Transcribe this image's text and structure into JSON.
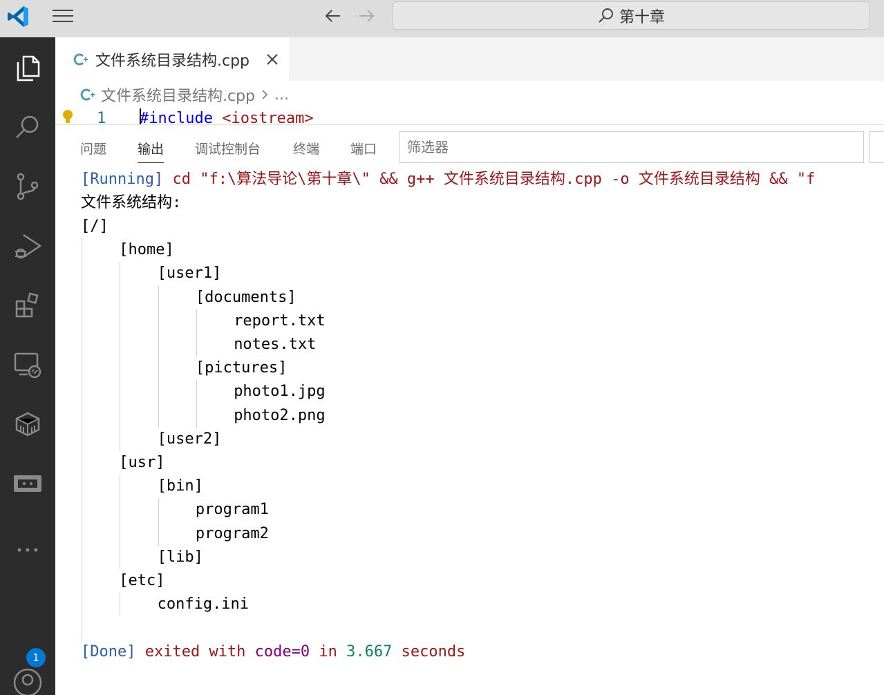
{
  "title_bar": {
    "search_text": "第十章"
  },
  "tab": {
    "label": "文件系统目录结构.cpp"
  },
  "breadcrumb": {
    "file": "文件系统目录结构.cpp",
    "more": "..."
  },
  "editor": {
    "line_number": "1",
    "code_keyword": "#include",
    "code_header": " <iostream>"
  },
  "panel": {
    "tabs": [
      "问题",
      "输出",
      "调试控制台",
      "终端",
      "端口"
    ],
    "active_tab": "输出",
    "filter_placeholder": "筛选器"
  },
  "activity": {
    "account_badge": "1"
  },
  "output": {
    "running_tag": "[Running]",
    "running_cmd": " cd \"f:\\算法导论\\第十章\\\" && g++ 文件系统目录结构.cpp -o 文件系统目录结构 && \"f",
    "heading": "文件系统结构:",
    "tree": [
      {
        "depth": 0,
        "text": "[/]"
      },
      {
        "depth": 1,
        "text": "[home]"
      },
      {
        "depth": 2,
        "text": "[user1]"
      },
      {
        "depth": 3,
        "text": "[documents]"
      },
      {
        "depth": 4,
        "text": "report.txt"
      },
      {
        "depth": 4,
        "text": "notes.txt"
      },
      {
        "depth": 3,
        "text": "[pictures]"
      },
      {
        "depth": 4,
        "text": "photo1.jpg"
      },
      {
        "depth": 4,
        "text": "photo2.png"
      },
      {
        "depth": 2,
        "text": "[user2]"
      },
      {
        "depth": 1,
        "text": "[usr]"
      },
      {
        "depth": 2,
        "text": "[bin]"
      },
      {
        "depth": 3,
        "text": "program1"
      },
      {
        "depth": 3,
        "text": "program2"
      },
      {
        "depth": 2,
        "text": "[lib]"
      },
      {
        "depth": 1,
        "text": "[etc]"
      },
      {
        "depth": 2,
        "text": "config.ini"
      }
    ],
    "done_tag": "[Done]",
    "done_exited": " exited",
    "done_with": " with",
    "done_code": " code=0",
    "done_in": " in",
    "done_time": " 3.667",
    "done_seconds": " seconds"
  },
  "colors": {
    "activity_bar": "#2c2c2c",
    "title_bar": "#dddddd",
    "running_tag": "#2a5db0",
    "command": "#a31515"
  }
}
